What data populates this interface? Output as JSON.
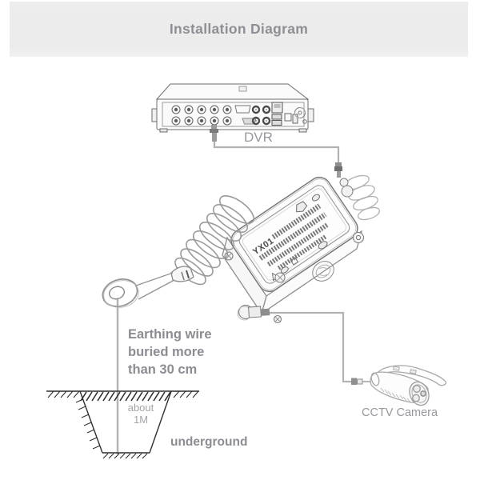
{
  "header": {
    "title": "Installation Diagram"
  },
  "diagram": {
    "dvr_label": "DVR",
    "device_model": "YX01",
    "earthing_note": [
      "Earthing wire",
      "buried more",
      "than 30 cm"
    ],
    "pit_depth": [
      "about",
      "1M"
    ],
    "underground_label": "underground",
    "camera_label": "CCTV Camera"
  },
  "colors": {
    "header_bg": "#ececec",
    "heading_text": "#8e8e94",
    "note_text": "#8c8c92",
    "faint_text": "#a4a4a8",
    "cable_gray": "#b2b2b2",
    "sketch_dark": "#3a3a3a",
    "sketch_mid": "#8a8a8a"
  }
}
